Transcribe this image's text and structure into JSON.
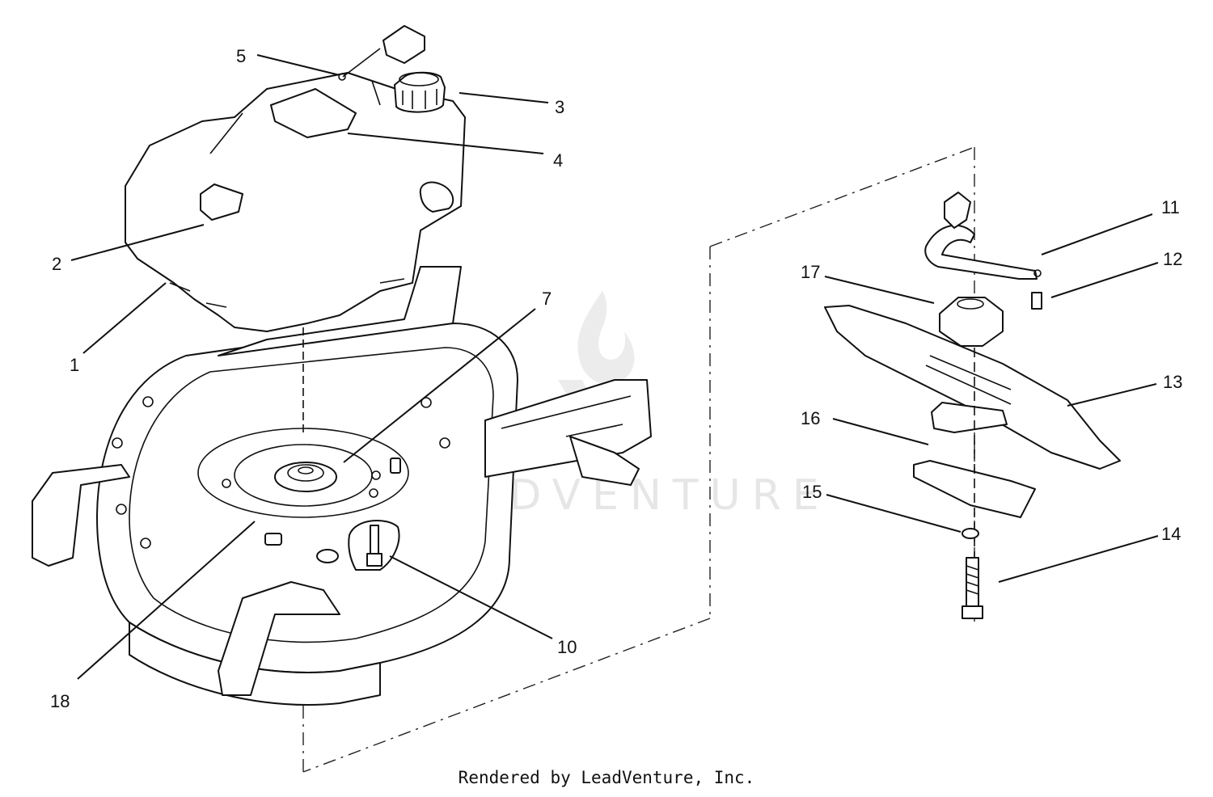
{
  "watermark": {
    "text": "LEADVENTURE"
  },
  "footer": {
    "text": "Rendered by LeadVenture, Inc."
  },
  "callouts": [
    {
      "id": "1",
      "label": "1"
    },
    {
      "id": "2",
      "label": "2"
    },
    {
      "id": "3",
      "label": "3"
    },
    {
      "id": "4",
      "label": "4"
    },
    {
      "id": "5",
      "label": "5"
    },
    {
      "id": "7",
      "label": "7"
    },
    {
      "id": "10",
      "label": "10"
    },
    {
      "id": "11",
      "label": "11"
    },
    {
      "id": "12",
      "label": "12"
    },
    {
      "id": "13",
      "label": "13"
    },
    {
      "id": "14",
      "label": "14"
    },
    {
      "id": "15",
      "label": "15"
    },
    {
      "id": "16",
      "label": "16"
    },
    {
      "id": "17",
      "label": "17"
    },
    {
      "id": "18",
      "label": "18"
    }
  ]
}
